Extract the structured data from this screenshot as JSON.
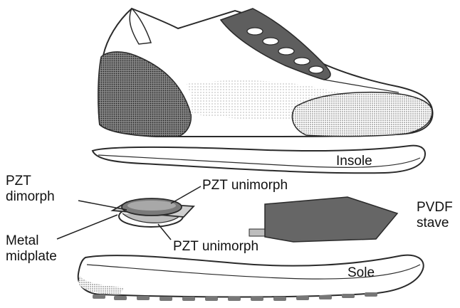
{
  "labels": {
    "insole": "Insole",
    "sole": "Sole",
    "pzt_dimorph": "PZT\ndimorph",
    "pzt_unimorph_top": "PZT unimorph",
    "pzt_unimorph_bottom": "PZT unimorph",
    "metal_midplate": "Metal\nmidplate",
    "pvdf_stave": "PVDF\nstave"
  },
  "colors": {
    "outline": "#2a2a2a",
    "dark_fill": "#666666",
    "light_fill": "#d6d6d6",
    "accent_fill": "#9a9a9a"
  }
}
